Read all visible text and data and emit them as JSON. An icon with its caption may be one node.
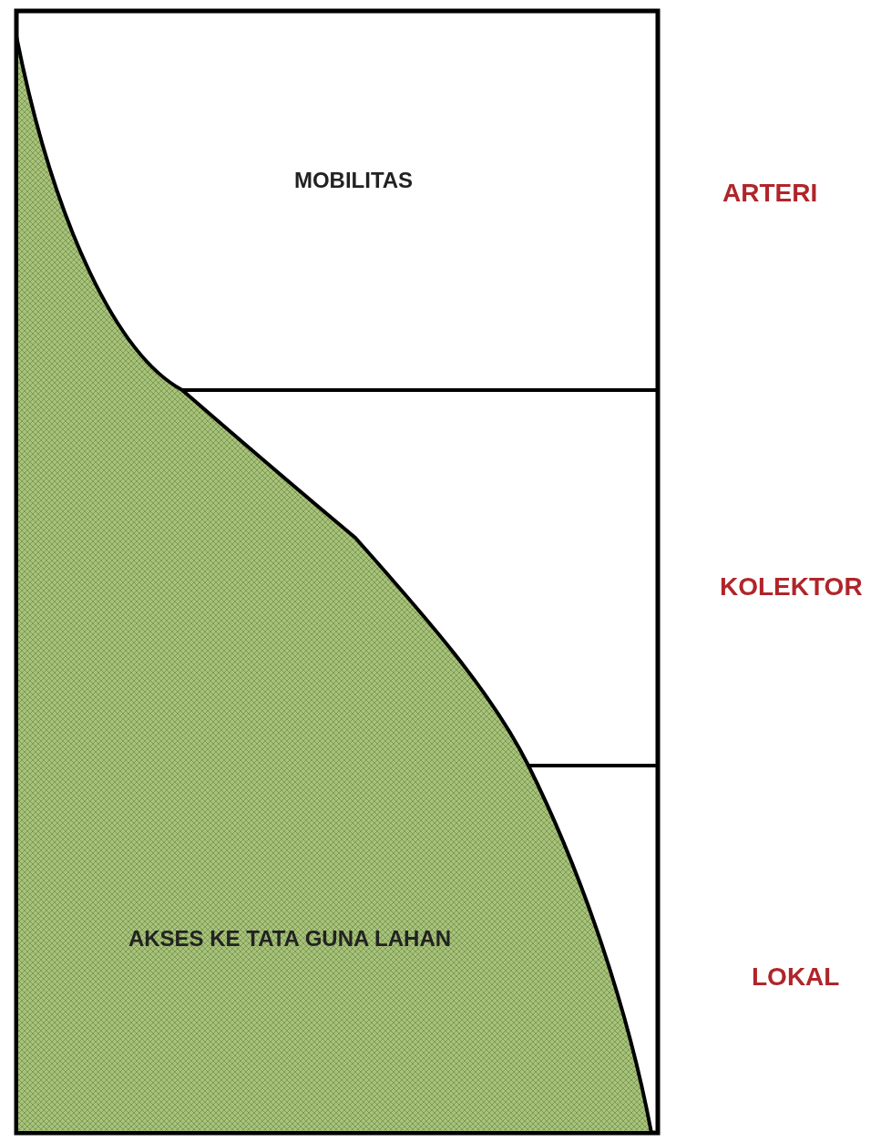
{
  "diagram": {
    "nodes": [
      {
        "text": [
          "MOBILITAS"
        ]
      },
      {
        "text": [
          "AKSES KE TATA GUNA LAHAN"
        ]
      }
    ],
    "labels": [
      "ARTERI",
      "KOLEKTOR",
      "LOKAL"
    ]
  }
}
